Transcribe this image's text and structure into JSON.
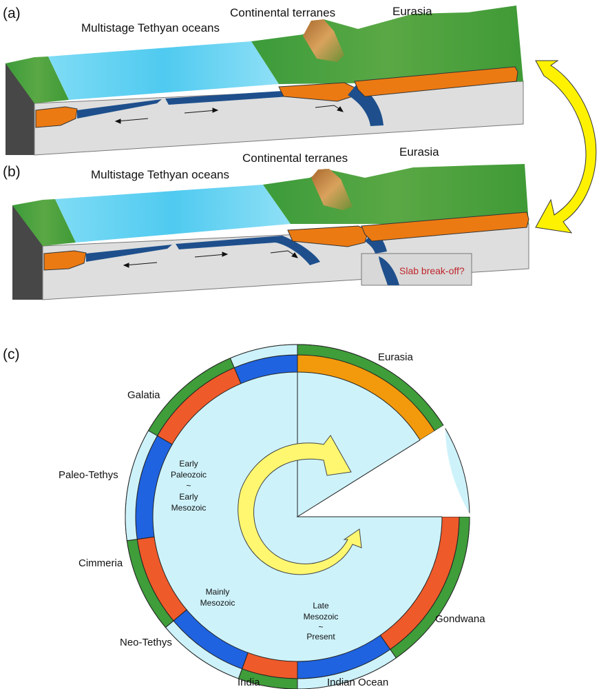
{
  "panel_a": {
    "letter": "(a)",
    "ocean_label": "Multistage Tethyan oceans",
    "terranes_label": "Continental terranes",
    "eurasia_label": "Eurasia"
  },
  "panel_b": {
    "letter": "(b)",
    "ocean_label": "Multistage Tethyan oceans",
    "terranes_label": "Continental terranes",
    "eurasia_label": "Eurasia",
    "inset_label": "Slab break-off?"
  },
  "panel_c": {
    "letter": "(c)",
    "outer_labels": {
      "eurasia": "Eurasia",
      "galatia": "Galatia",
      "paleo_tethys": "Paleo-Tethys",
      "cimmeria": "Cimmeria",
      "neo_tethys": "Neo-Tethys",
      "india": "India",
      "indian_ocean": "Indian Ocean",
      "gondwana": "Gondwana"
    },
    "inner_labels": {
      "stage1": [
        "Early",
        "Paleozoic",
        "~",
        "Early",
        "Mesozoic"
      ],
      "stage2": [
        "Mainly",
        "Mesozoic"
      ],
      "stage3": [
        "Late",
        "Mesozoic",
        "~",
        "Present"
      ]
    }
  },
  "colors": {
    "ocean": "#49c9f0",
    "land": "#3f9d3a",
    "continental_crust": "#ec7a12",
    "oceanic_slab": "#1e4f8c",
    "mantle": "#dcdcdc",
    "arrow": "#fff200",
    "ring_ocean": "#1f63e0",
    "ring_terrane": "#ee5a2a",
    "ring_eurasia": "#f29a0c",
    "ring_fill": "#cdf2fa"
  }
}
